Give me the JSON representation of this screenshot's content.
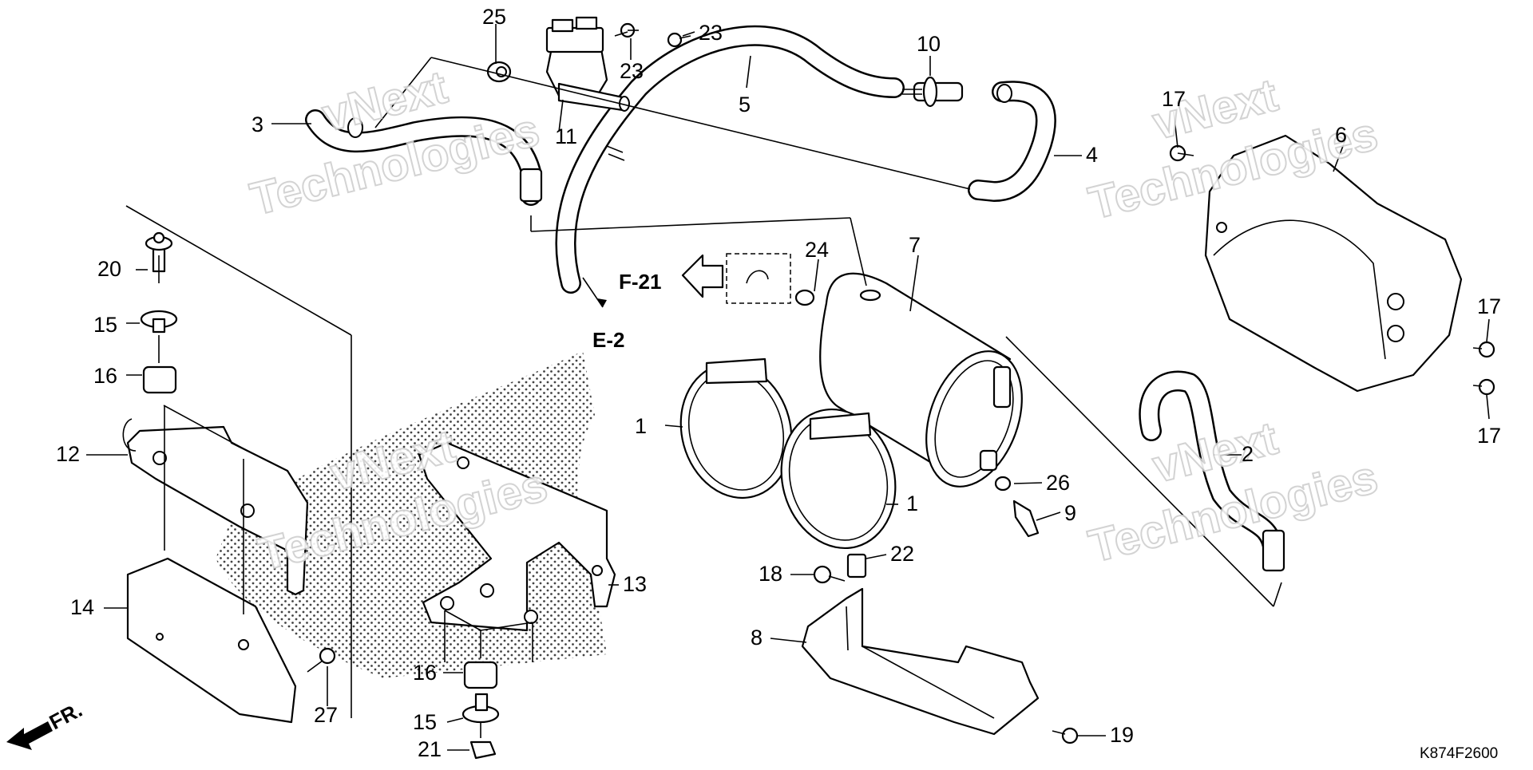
{
  "diagram": {
    "callouts": [
      {
        "id": "c1a",
        "label": "1"
      },
      {
        "id": "c1b",
        "label": "1"
      },
      {
        "id": "c2",
        "label": "2"
      },
      {
        "id": "c3",
        "label": "3"
      },
      {
        "id": "c4",
        "label": "4"
      },
      {
        "id": "c5",
        "label": "5"
      },
      {
        "id": "c6",
        "label": "6"
      },
      {
        "id": "c7",
        "label": "7"
      },
      {
        "id": "c8",
        "label": "8"
      },
      {
        "id": "c9",
        "label": "9"
      },
      {
        "id": "c10",
        "label": "10"
      },
      {
        "id": "c11",
        "label": "11"
      },
      {
        "id": "c12",
        "label": "12"
      },
      {
        "id": "c13",
        "label": "13"
      },
      {
        "id": "c14",
        "label": "14"
      },
      {
        "id": "c15a",
        "label": "15"
      },
      {
        "id": "c15b",
        "label": "15"
      },
      {
        "id": "c16a",
        "label": "16"
      },
      {
        "id": "c16b",
        "label": "16"
      },
      {
        "id": "c17a",
        "label": "17"
      },
      {
        "id": "c17b",
        "label": "17"
      },
      {
        "id": "c17c",
        "label": "17"
      },
      {
        "id": "c18",
        "label": "18"
      },
      {
        "id": "c19",
        "label": "19"
      },
      {
        "id": "c20",
        "label": "20"
      },
      {
        "id": "c21",
        "label": "21"
      },
      {
        "id": "c22",
        "label": "22"
      },
      {
        "id": "c23a",
        "label": "23"
      },
      {
        "id": "c23b",
        "label": "23"
      },
      {
        "id": "c24",
        "label": "24"
      },
      {
        "id": "c25",
        "label": "25"
      },
      {
        "id": "c26",
        "label": "26"
      },
      {
        "id": "c27",
        "label": "27"
      }
    ],
    "references": {
      "e2": "E-2",
      "f21": "F-21",
      "front": "FR."
    },
    "drawing_code": "K874F2600",
    "watermark": {
      "line1": "vNext",
      "line2": "Technologies"
    }
  }
}
